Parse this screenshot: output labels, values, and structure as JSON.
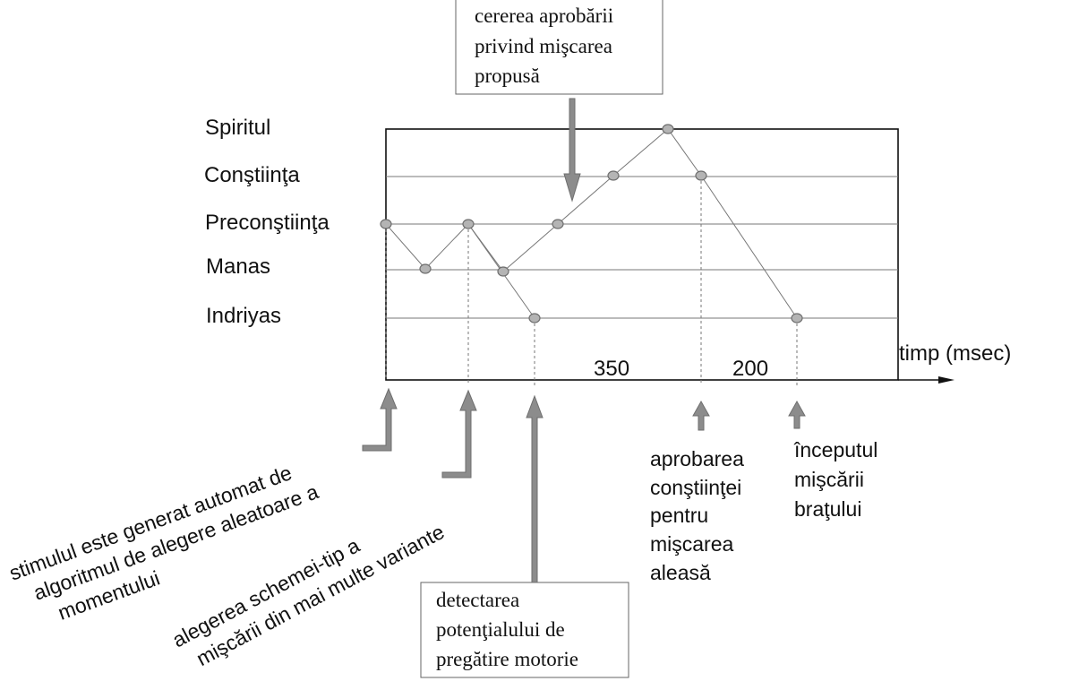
{
  "levels": [
    {
      "id": "spiritul",
      "label": "Spiritul"
    },
    {
      "id": "constiinta",
      "label": "Conştiinţa"
    },
    {
      "id": "preconstiinta",
      "label": "Preconştiinţa"
    },
    {
      "id": "manas",
      "label": "Manas"
    },
    {
      "id": "indriyas",
      "label": "Indriyas"
    }
  ],
  "time_axis": {
    "label": "timp (msec)",
    "interval_labels": [
      "350",
      "200"
    ]
  },
  "boxes": {
    "top": [
      "cererea aprobării",
      "privind mişcarea",
      "propusă"
    ],
    "bottom": [
      "detectarea",
      "potenţialului de",
      "pregătire motorie"
    ]
  },
  "annotations": {
    "stimulus": [
      "stimulul este generat automat de",
      "algoritmul de alegere aleatoare a",
      "momentului"
    ],
    "schema": [
      "alegerea schemei-tip a",
      "mişcării din mai multe variante"
    ],
    "approval": [
      "aprobarea",
      "conştiinţei",
      "pentru",
      "mişcarea",
      "aleasă"
    ],
    "start": [
      "începutul",
      "mişcării",
      "braţului"
    ]
  },
  "colors": {
    "line": "#777777",
    "node_fill": "#b4b4b4",
    "node_stroke": "#6e6e6e",
    "arrow": "#8c8c8c",
    "arrow_stroke": "#6e6e6e"
  }
}
